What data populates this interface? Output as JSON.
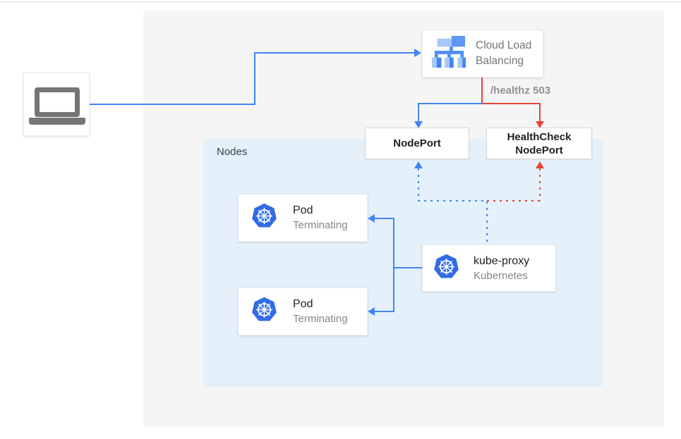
{
  "colors": {
    "blue": "#4285F4",
    "red": "#EA4335",
    "panel_bg": "#F5F5F5",
    "nodes_bg": "#E4F1FB",
    "kubernetes_blue": "#326CE5",
    "gray_icon": "#757575",
    "muted_text": "#80868B",
    "dark_text": "#202124"
  },
  "icons": {
    "client": "laptop-icon",
    "load_balancer": "load-balancer-icon",
    "kubernetes": "kubernetes-icon"
  },
  "nodes_group": {
    "label": "Nodes"
  },
  "cloud_load_balancing": {
    "label": "Cloud Load Balancing"
  },
  "health_check_path": "/healthz 503",
  "nodeport": {
    "label": "NodePort"
  },
  "healthcheck_nodeport": {
    "label": "HealthCheck NodePort"
  },
  "pods": [
    {
      "title": "Pod",
      "status": "Terminating"
    },
    {
      "title": "Pod",
      "status": "Terminating"
    }
  ],
  "kube_proxy": {
    "title": "kube-proxy",
    "subtitle": "Kubernetes"
  }
}
